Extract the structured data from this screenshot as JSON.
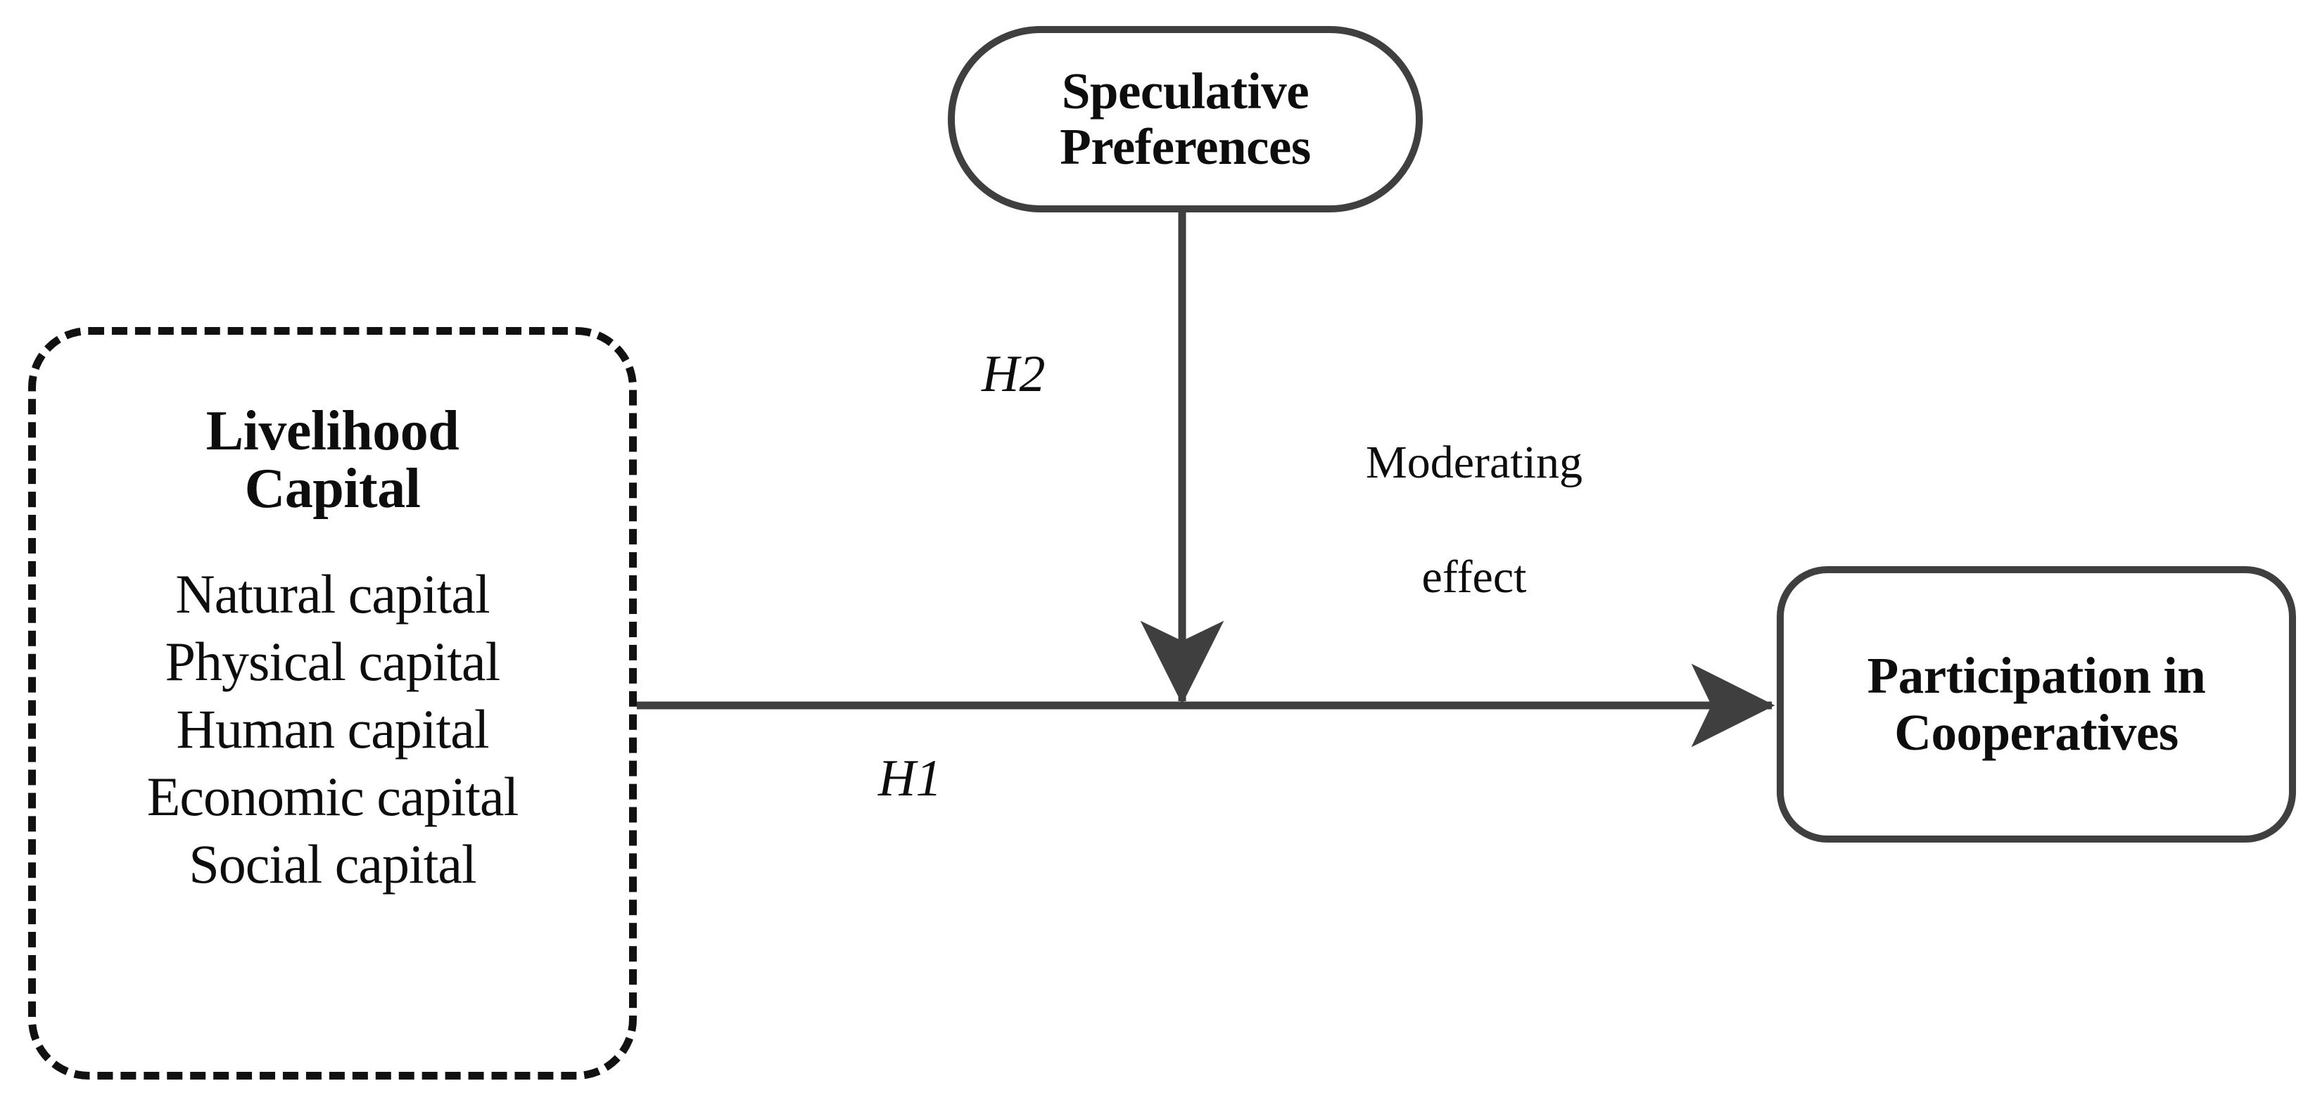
{
  "diagram": {
    "title": "Conceptual framework: livelihood capital, speculative preferences and cooperative participation",
    "colors": {
      "connector": "#3f3f3f",
      "solid_box_border": "#3f3f3f",
      "dashed_box_border": "#111111",
      "text": "#0d0d0d",
      "background": "#ffffff"
    }
  },
  "nodes": {
    "livelihood": {
      "title": "Livelihood\nCapital",
      "title_line1": "Livelihood",
      "title_line2": "Capital",
      "items": [
        "Natural capital",
        "Physical capital",
        "Human capital",
        "Economic capital",
        "Social capital"
      ],
      "border_style": "dashed"
    },
    "speculative": {
      "title": "Speculative\nPreferences",
      "title_line1": "Speculative",
      "title_line2": "Preferences",
      "border_style": "solid"
    },
    "participation": {
      "title": "Participation in\nCooperatives",
      "title_line1": "Participation in",
      "title_line2": "Cooperatives",
      "border_style": "solid"
    }
  },
  "edges": {
    "h1": {
      "label": "H1",
      "from": "livelihood",
      "to": "participation",
      "style": "solid-arrow",
      "direction": "right"
    },
    "h2": {
      "label": "H2",
      "from": "speculative",
      "to": "h1-path",
      "style": "solid-arrow",
      "direction": "down"
    },
    "moderating": {
      "label": "Moderating\neffect",
      "label_line1": "Moderating",
      "label_line2": "effect"
    }
  }
}
